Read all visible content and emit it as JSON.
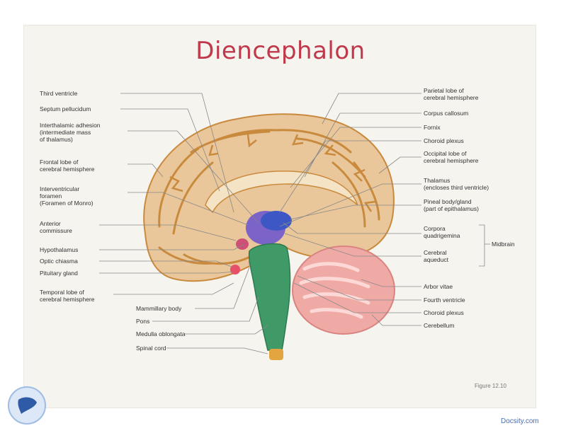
{
  "title": "Diencephalon",
  "labels_left": [
    "Third ventricle",
    "Septum pellucidum",
    "Interthalamic adhesion\n(intermediate mass\nof thalamus)",
    "Frontal lobe of\ncerebral hemisphere",
    "Interventricular\nforamen\n(Foramen of Monro)",
    "Anterior\ncommissure",
    "Hypothalamus",
    "Optic chiasma",
    "Pituitary gland",
    "Temporal lobe of\ncerebral hemisphere"
  ],
  "labels_bottom": [
    "Mammillary body",
    "Pons",
    "Medulla oblongata",
    "Spinal cord"
  ],
  "labels_right": [
    "Parietal lobe of\ncerebral hemisphere",
    "Corpus callosum",
    "Fornix",
    "Choroid plexus",
    "Occipital lobe of\ncerebral hemisphere",
    "Thalamus\n(encloses third ventricle)",
    "Pineal body/gland\n(part of epithalamus)",
    "Corpora\nquadrigemina",
    "Cerebral\naqueduct",
    "Arbor vitae",
    "Fourth ventricle",
    "Choroid plexus",
    "Cerebellum"
  ],
  "bracket_label": "Midbrain",
  "figure_ref": "Figure 12.10",
  "watermark": "Docsity.com",
  "colors": {
    "title": "#c0394a",
    "cortex": "#e9c79a",
    "gyri_outline": "#c98a3e",
    "brainstem": "#3f9a68",
    "thalamus": "#7b63c8",
    "midbrain": "#3d58c4",
    "cerebellum": "#f0aaa6"
  }
}
